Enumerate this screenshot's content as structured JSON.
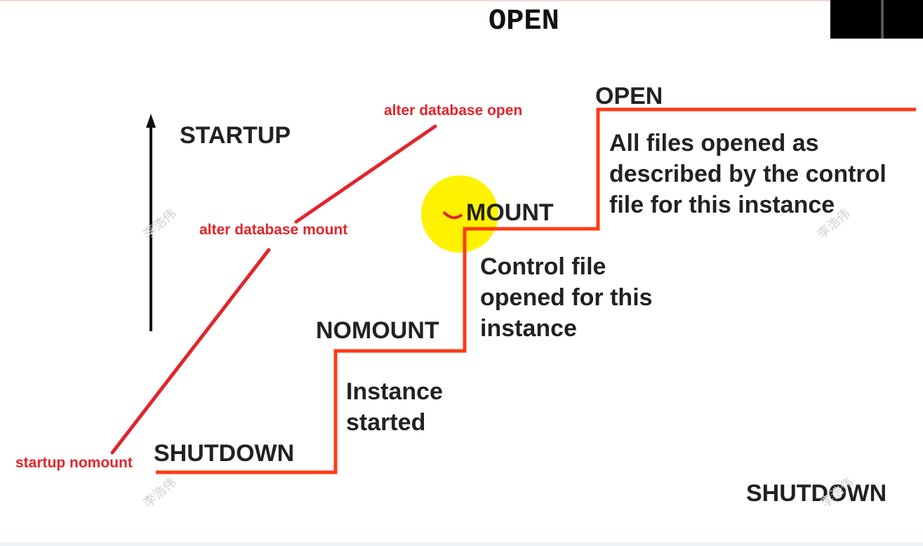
{
  "header": {
    "title": "OPEN"
  },
  "axis": {
    "label": "STARTUP"
  },
  "stages": {
    "shutdown": "SHUTDOWN",
    "nomount": "NOMOUNT",
    "mount": "MOUNT",
    "open": "OPEN"
  },
  "descriptions": {
    "instance_started": "Instance started",
    "control_file": "Control file opened for this instance",
    "all_files": "All files opened as described by the control file for this instance"
  },
  "commands": {
    "startup_nomount": "startup nomount",
    "alter_mount": "alter database mount",
    "alter_open": "alter database open"
  },
  "footer": {
    "shutdown": "SHUTDOWN"
  },
  "watermark": "李浩伟",
  "colors": {
    "staircase": "#ff3b16",
    "annotation": "#e3242b",
    "highlight": "#fff200"
  }
}
